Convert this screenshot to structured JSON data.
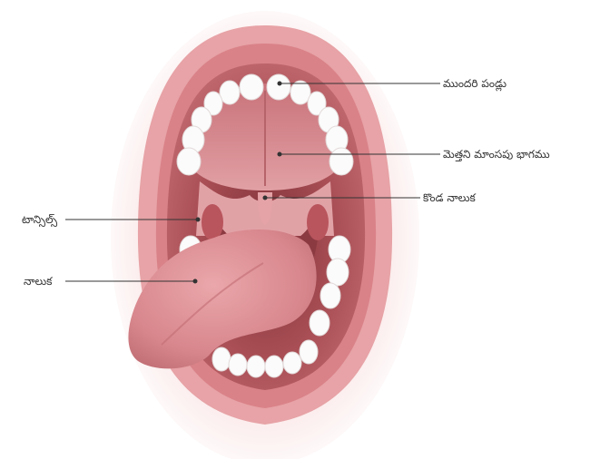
{
  "diagram": {
    "labels": {
      "front_teeth": "ముందరి పండ్లు",
      "soft_palate": "మెత్తని మాంసపు భాగము",
      "uvula": "కొండ నాలుక",
      "tonsils": "టాన్సిల్స్",
      "tongue": "నాలుక"
    },
    "colors": {
      "lips": "#e7a3a7",
      "lip_inner": "#d98288",
      "mouth_cavity": "#a94f55",
      "palate": "#d5868d",
      "throat": "#8c3a41",
      "tongue": "#d7868c",
      "teeth": "#fbfbfb",
      "leader_line": "#333333"
    }
  }
}
